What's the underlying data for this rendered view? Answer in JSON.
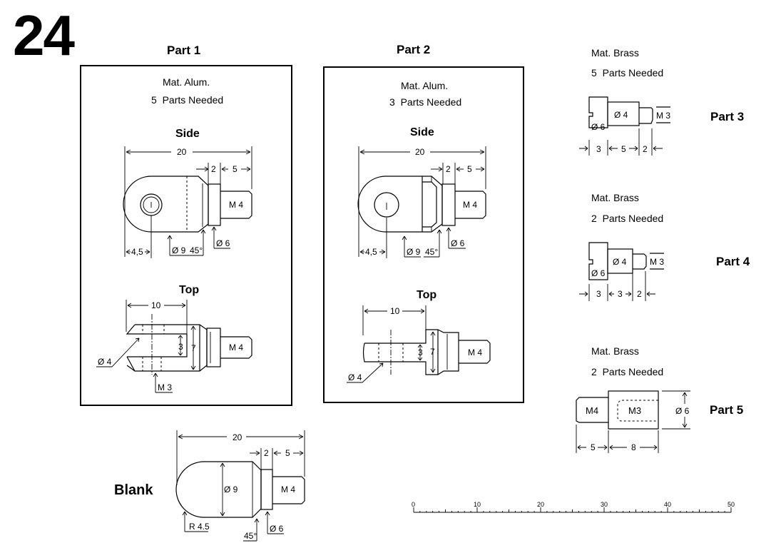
{
  "sheet_number": "24",
  "parts": {
    "part1": {
      "title": "Part 1",
      "material": "Mat. Alum.",
      "quantity": "5  Parts Needed",
      "side": {
        "label": "Side",
        "dims": {
          "overall": "20",
          "collar": "2",
          "thread_len": "5",
          "hole_pos": "4,5",
          "dia_body": "Ø 9",
          "chamfer": "45°",
          "dia_collar": "Ø 6",
          "thread": "M 4"
        }
      },
      "top": {
        "label": "Top",
        "dims": {
          "slot_len": "10",
          "slot_w": "3",
          "width": "7",
          "hole": "Ø 4",
          "tap": "M 3",
          "thread": "M 4"
        }
      }
    },
    "part2": {
      "title": "Part 2",
      "material": "Mat. Alum.",
      "quantity": "3  Parts Needed",
      "side": {
        "label": "Side",
        "dims": {
          "overall": "20",
          "collar": "2",
          "thread_len": "5",
          "hole_pos": "4,5",
          "dia_body": "Ø 9",
          "chamfer": "45°",
          "dia_collar": "Ø 6",
          "thread": "M 4"
        }
      },
      "top": {
        "label": "Top",
        "dims": {
          "tongue_len": "10",
          "tongue_w": "3",
          "width": "7",
          "hole": "Ø 4",
          "thread": "M 4"
        }
      }
    },
    "part3": {
      "title": "Part 3",
      "material": "Mat. Brass",
      "quantity": "5  Parts Needed",
      "dims": {
        "head_dia": "Ø 6",
        "shank_dia": "Ø 4",
        "thread": "M 3",
        "head_len": "3",
        "shank_len": "5",
        "thread_len": "2"
      }
    },
    "part4": {
      "title": "Part 4",
      "material": "Mat. Brass",
      "quantity": "2  Parts Needed",
      "dims": {
        "head_dia": "Ø 6",
        "shank_dia": "Ø 4",
        "thread": "M 3",
        "head_len": "3",
        "shank_len": "3",
        "thread_len": "2"
      }
    },
    "part5": {
      "title": "Part 5",
      "material": "Mat. Brass",
      "quantity": "2  Parts Needed",
      "dims": {
        "thread_out": "M4",
        "thread_in": "M3",
        "dia": "Ø 6",
        "thread_len": "5",
        "body_len": "8"
      }
    },
    "blank": {
      "title": "Blank",
      "dims": {
        "overall": "20",
        "collar": "2",
        "thread_len": "5",
        "dia_body": "Ø 9",
        "radius": "R 4.5",
        "chamfer": "45°",
        "dia_collar": "Ø 6",
        "thread": "M 4"
      }
    }
  },
  "scale_bar": {
    "min": 0,
    "max": 50,
    "major_step": 10,
    "minor_step": 1,
    "labels": [
      "0",
      "10",
      "20",
      "30",
      "40",
      "50"
    ]
  }
}
